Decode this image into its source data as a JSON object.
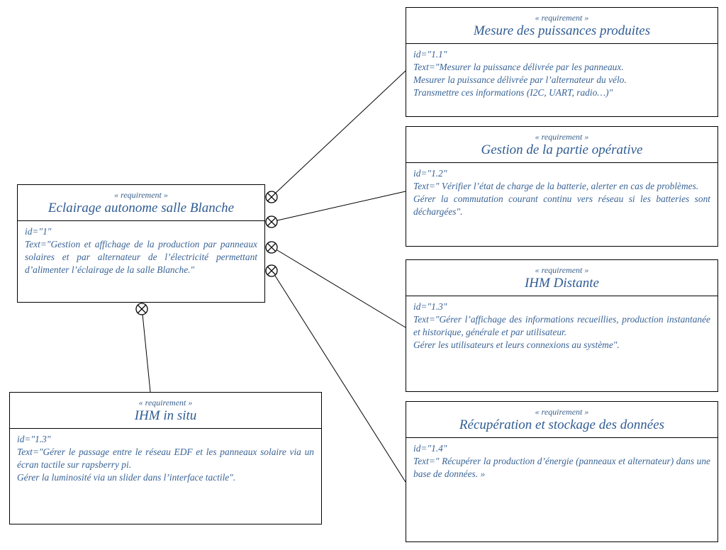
{
  "requirements": {
    "main": {
      "stereotype": "« requirement »",
      "title": "Eclairage autonome salle Blanche",
      "id": "id=\"1\"",
      "text": "Text=\"Gestion et affichage de la production par panneaux solaires et par alternateur de l’électricité permettant d’alimenter l’éclairage de la salle Blanche.\""
    },
    "r1_1": {
      "stereotype": "« requirement »",
      "title": "Mesure des puissances produites",
      "id": "id=\"1.1\"",
      "lines": [
        "Text=\"Mesurer la puissance délivrée par les panneaux.",
        "Mesurer la puissance délivrée par l’alternateur du vélo.",
        "Transmettre ces informations (I2C, UART, radio…)\""
      ]
    },
    "r1_2": {
      "stereotype": "« requirement »",
      "title": "Gestion de la partie opérative",
      "id": "id=\"1.2\"",
      "lines": [
        "Text=\" Vérifier l’état de charge de la batterie, alerter en cas de problèmes.",
        "Gérer la commutation courant continu vers réseau si les batteries sont déchargées\"."
      ]
    },
    "r1_3a": {
      "stereotype": "« requirement »",
      "title": "IHM Distante",
      "id": "id=\"1.3\"",
      "lines": [
        "Text=\"Gérer l’affichage des informations recueillies, production instantanée et historique, générale et par utilisateur.",
        "Gérer les utilisateurs et leurs connexions au système\"."
      ]
    },
    "r1_4": {
      "stereotype": "« requirement »",
      "title": "Récupération et stockage des données",
      "id": "id=\"1.4\"",
      "lines": [
        "Text=\" Récupérer la production d’énergie (panneaux et alternateur) dans une base de données. »"
      ]
    },
    "r1_3b": {
      "stereotype": "« requirement »",
      "title": "IHM in situ",
      "id": "id=\"1.3\"",
      "lines": [
        "Text=\"Gérer le passage entre le réseau EDF et les panneaux solaire via un écran tactile sur rapsberry pi.",
        "Gérer la luminosité via un slider dans l’interface tactile\"."
      ]
    }
  }
}
